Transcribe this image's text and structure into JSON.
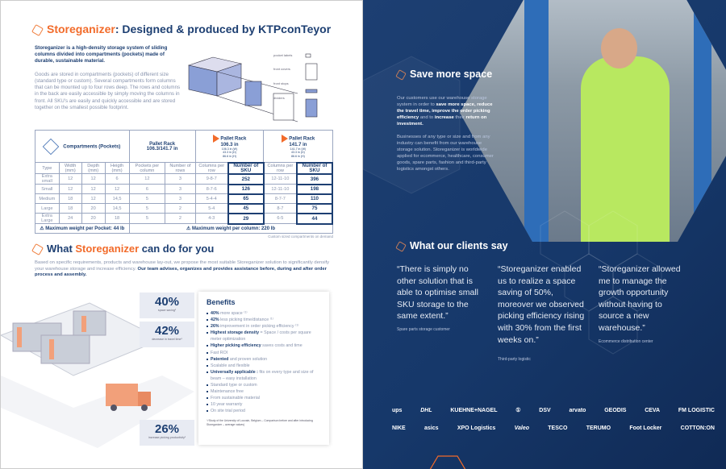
{
  "left": {
    "title_brand": "Storeganizer",
    "title_rest": ": Designed & produced by KTPconTeyor",
    "intro_bold": "Storeganizer is a high-density storage system of sliding columns divided into compartments (pockets) made of durable, sustainable material.",
    "intro_body": "Goods are stored in compartments (pockets) of different size (standard type or custom). Several compartments form columns that can be mounted up to four rows deep. The rows and columns in the back are easily accessible by simply moving the columns in front. All SKU's are easily and quickly accessible and are stored together on the smallest possible footprint.",
    "diagram_labels": [
      "pocket labels",
      "front covers",
      "front stops",
      "dividers"
    ],
    "table": {
      "group_headers": [
        {
          "title": "Compartments (Pockets)"
        },
        {
          "title": "Pallet Rack",
          "subtitle": "106.3/141.7 in"
        },
        {
          "title": "Pallet Rack",
          "subtitle": "106.3 in",
          "dims": [
            "106.3 in (W)",
            "43.3 in (D)",
            "86.6 in (H)"
          ]
        },
        {
          "title": "Pallet Rack",
          "subtitle": "141.7 in",
          "dims": [
            "141.7 in (W)",
            "43.3 in (D)",
            "86.6 in (H)"
          ]
        }
      ],
      "columns": [
        "Type",
        "Width (mm)",
        "Depth (mm)",
        "Heigth (mm)",
        "Pockets per column",
        "Number of rows",
        "Columns per row",
        "Number of SKU",
        "Columns per row",
        "Number of SKU"
      ],
      "rows": [
        [
          "Extra small",
          "12",
          "12",
          "6",
          "12",
          "3",
          "9-8-7",
          "252",
          "12-11-10",
          "396"
        ],
        [
          "Small",
          "12",
          "12",
          "12",
          "6",
          "3",
          "8-7-6",
          "126",
          "12-11-10",
          "198"
        ],
        [
          "Medium",
          "18",
          "12",
          "14,5",
          "5",
          "3",
          "5-4-4",
          "65",
          "8-7-7",
          "110"
        ],
        [
          "Large",
          "18",
          "20",
          "14,5",
          "5",
          "2",
          "5-4",
          "45",
          "8-7",
          "75"
        ],
        [
          "Extra Large",
          "24",
          "20",
          "18",
          "5",
          "2",
          "4-3",
          "29",
          "6-5",
          "44"
        ]
      ],
      "weight_pocket": "Maximum weight per Pocket: 44 lb",
      "weight_column": "Maximum weight per column: 220 lb"
    },
    "custom_note": "Custom sized compartments on demand",
    "section2_pre": "What ",
    "section2_brand": "Storeganizer",
    "section2_post": " can do for you",
    "section2_text": "Based on specific requirements, products and warehouse lay-out, we propose the most suitable Storeganizer solution to significantly densify your warehouse storage and increase efficiency.",
    "section2_bold": "Our team advises, organizes and provides assistance before, during and after order process and assembly.",
    "stats": [
      {
        "value": "40%",
        "caption": "space saving¹"
      },
      {
        "value": "42%",
        "caption": "decrease in travel time¹"
      },
      {
        "value": "26%",
        "caption": "increase picking productivity¹"
      }
    ],
    "benefits": {
      "title": "Benefits",
      "items": [
        {
          "bold": "40%",
          "text": " more space ⁽¹⁾"
        },
        {
          "bold": "42%",
          "text": " less picking time/distance ⁽¹⁾"
        },
        {
          "bold": "26%",
          "text": " improvement in order picking efficiency ⁽¹⁾"
        },
        {
          "bold": "Highest storage density",
          "text": " = Space / costs per square meter optimization"
        },
        {
          "bold": "Higher picking efficiency",
          "text": " saves costs and time"
        },
        {
          "bold": "",
          "text": "Fast ROI"
        },
        {
          "bold": "Patented",
          "text": " and proven solution"
        },
        {
          "bold": "",
          "text": "Scalable and flexible"
        },
        {
          "bold": "Universally applicable :",
          "text": " fits on every type and size of beam – easy installation"
        },
        {
          "bold": "",
          "text": "Standard type or custom"
        },
        {
          "bold": "",
          "text": "Maintenance free"
        },
        {
          "bold": "",
          "text": "From sustainable material"
        },
        {
          "bold": "",
          "text": "10 year warranty"
        },
        {
          "bold": "",
          "text": "On site trial period"
        }
      ],
      "footnote": "⁽¹⁾Study of the University of Louvain, Belgium – Comparison before and after introducing Storeganizer – average values)"
    }
  },
  "right": {
    "save_title": "Save more space",
    "save_p1_a": "Our customers use our warehouse storage system in order to ",
    "save_p1_b": "save more space, reduce the travel time, improve the order picking efficiency",
    "save_p1_c": " and to ",
    "save_p1_d": "increase",
    "save_p1_e": " their ",
    "save_p1_f": "return on investment.",
    "save_p2": "Businesses of any type or size and from any industry can benefit from our warehouse storage solution. Storeganizer is worldwide applied for ecommerce, healthcare, consumer goods, spare parts, fashion and third-party logistics amongst others.",
    "clients_title": "What our clients say",
    "quotes": [
      {
        "text": "“There is simply no other solution that is able to optimise small SKU storage to the same extent.”",
        "source": "Spare parts storage customer"
      },
      {
        "text": "“Storeganizer enabled us to realize a space saving of 50%, moreover we observed picking efficiency rising with 30% from the first weeks on.”",
        "source": "Third-party logistic"
      },
      {
        "text": "“Storeganizer allowed me to manage the growth opportunity without having to source a new warehouse.”",
        "source": "Ecommerce distribution center"
      }
    ],
    "logos": [
      "ups",
      "DHL",
      "KUEHNE+NAGEL",
      "①",
      "DSV",
      "arvato",
      "GEODIS",
      "CEVA",
      "FM LOGISTIC",
      "NIKE",
      "asics",
      "XPO Logistics",
      "Valeo",
      "TESCO",
      "TERUMO",
      "Foot Locker",
      "COTTON:ON"
    ]
  },
  "colors": {
    "navy": "#1d3f72",
    "orange": "#f26b2a",
    "muted": "#8793ad"
  }
}
